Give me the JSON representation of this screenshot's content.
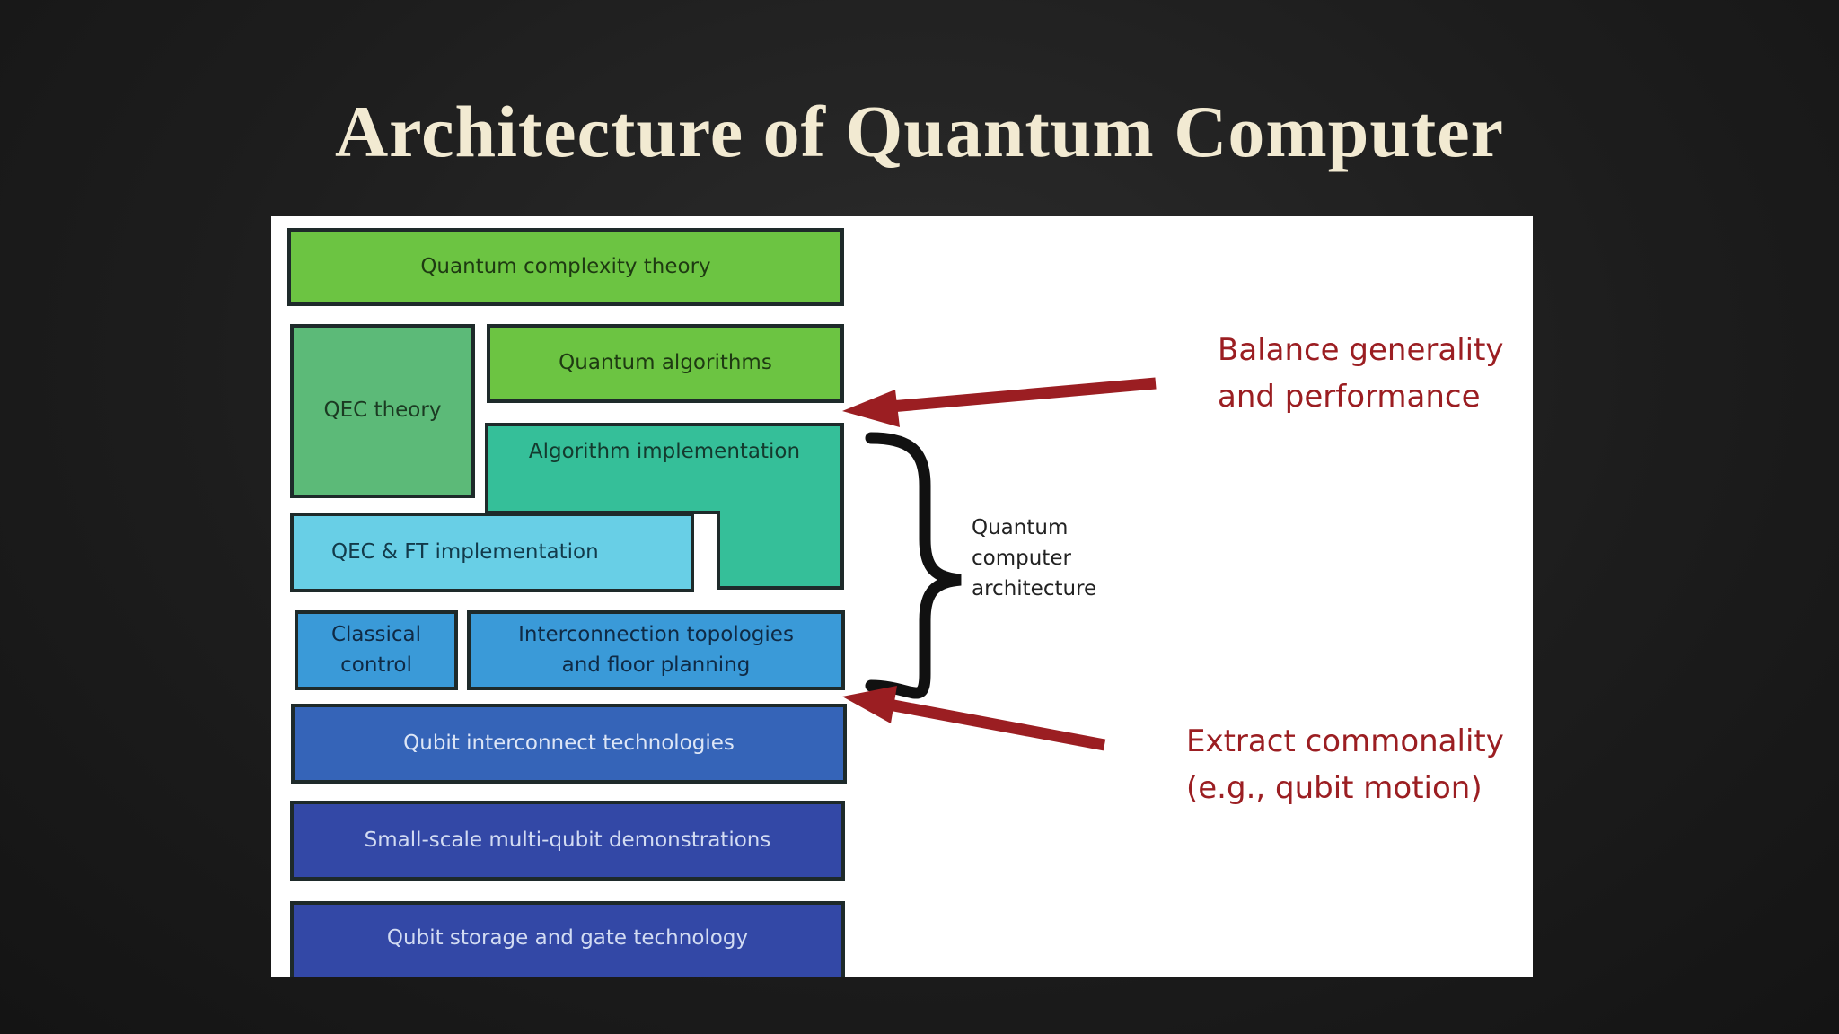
{
  "title": "Architecture of Quantum Computer",
  "blocks": {
    "complexity_theory": "Quantum complexity theory",
    "qec_theory": "QEC theory",
    "algorithms": "Quantum algorithms",
    "algorithm_impl": "Algorithm implementation",
    "qec_ft_impl": "QEC & FT implementation",
    "classical_control": [
      "Classical",
      "control"
    ],
    "interconnection": [
      "Interconnection topologies",
      "and floor planning"
    ],
    "qubit_interconnect": "Qubit interconnect technologies",
    "small_scale": "Small-scale multi-qubit demonstrations",
    "qubit_storage": "Qubit storage and gate technology"
  },
  "brace_label": [
    "Quantum",
    "computer",
    "architecture"
  ],
  "callouts": {
    "top": [
      "Balance generality",
      "and performance"
    ],
    "bottom": [
      "Extract commonality",
      "(e.g., qubit motion)"
    ]
  },
  "colors": {
    "arrow": "#9b1e22",
    "brace": "#111111"
  }
}
